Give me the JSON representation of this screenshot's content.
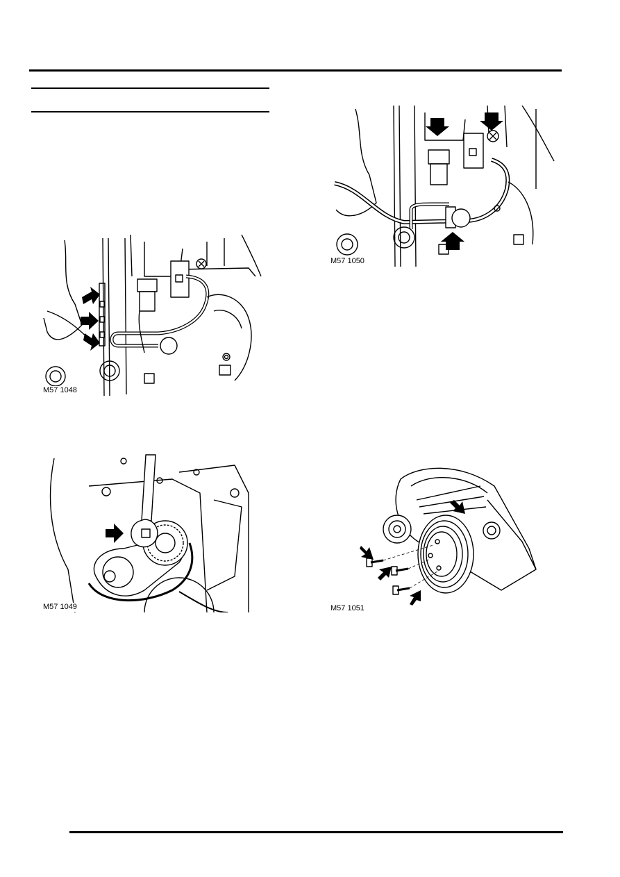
{
  "page": {
    "background": "#ffffff",
    "ink": "#000000"
  },
  "figures": [
    {
      "id": "fig1",
      "caption": "M57 1048",
      "subject": "coolant pipe bracket with three bolts marked by arrows"
    },
    {
      "id": "fig2",
      "caption": "M57 1050",
      "subject": "pipe clamp and bolts marked by arrows"
    },
    {
      "id": "fig3",
      "caption": "M57 1049",
      "subject": "spanner on drive belt tensioner pulley"
    },
    {
      "id": "fig4",
      "caption": "M57 1051",
      "subject": "alternator pulley with three bolts"
    }
  ]
}
